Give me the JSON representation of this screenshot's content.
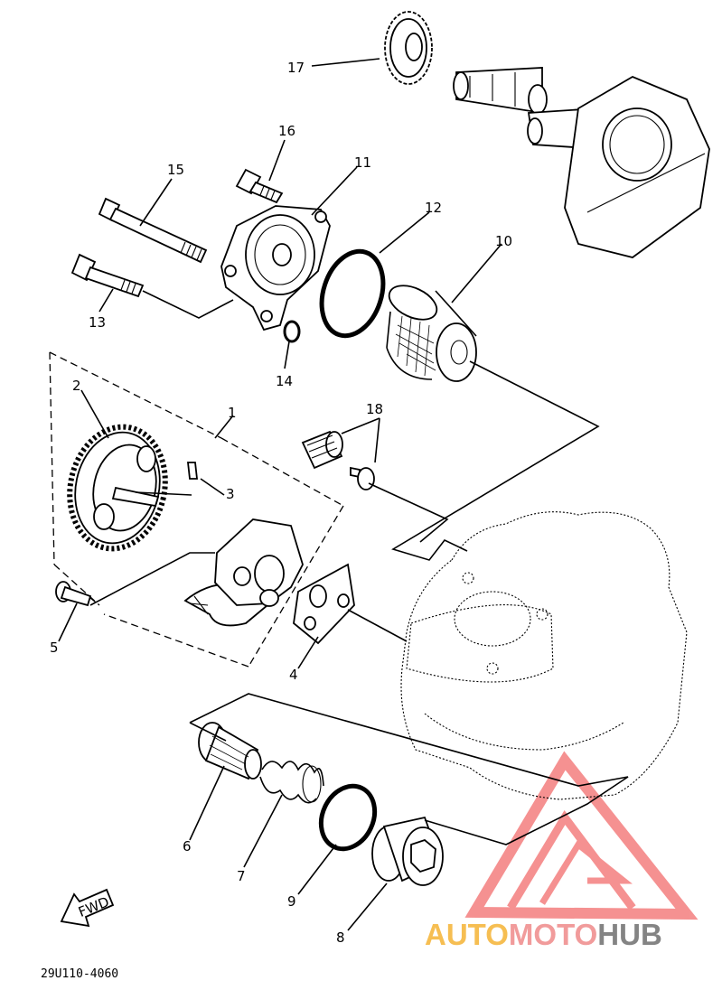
{
  "diagram": {
    "drawing_code": "29U110-4060",
    "fwd_label": "FWD",
    "watermark": {
      "part1": "AUTO",
      "part2": "MOTO",
      "part3": "HUB",
      "color_part1": "#f5b335",
      "color_part2": "#ef8a8a",
      "color_part3": "#6f6f6f",
      "logo_color": "#f26d6d"
    },
    "callouts": [
      {
        "id": "1",
        "label": "1"
      },
      {
        "id": "2",
        "label": "2"
      },
      {
        "id": "3",
        "label": "3"
      },
      {
        "id": "4",
        "label": "4"
      },
      {
        "id": "5",
        "label": "5"
      },
      {
        "id": "6",
        "label": "6"
      },
      {
        "id": "7",
        "label": "7"
      },
      {
        "id": "8",
        "label": "8"
      },
      {
        "id": "9",
        "label": "9"
      },
      {
        "id": "10",
        "label": "10"
      },
      {
        "id": "11",
        "label": "11"
      },
      {
        "id": "12",
        "label": "12"
      },
      {
        "id": "13",
        "label": "13"
      },
      {
        "id": "14",
        "label": "14"
      },
      {
        "id": "15",
        "label": "15"
      },
      {
        "id": "16",
        "label": "16"
      },
      {
        "id": "17",
        "label": "17"
      },
      {
        "id": "18",
        "label": "18"
      }
    ]
  }
}
